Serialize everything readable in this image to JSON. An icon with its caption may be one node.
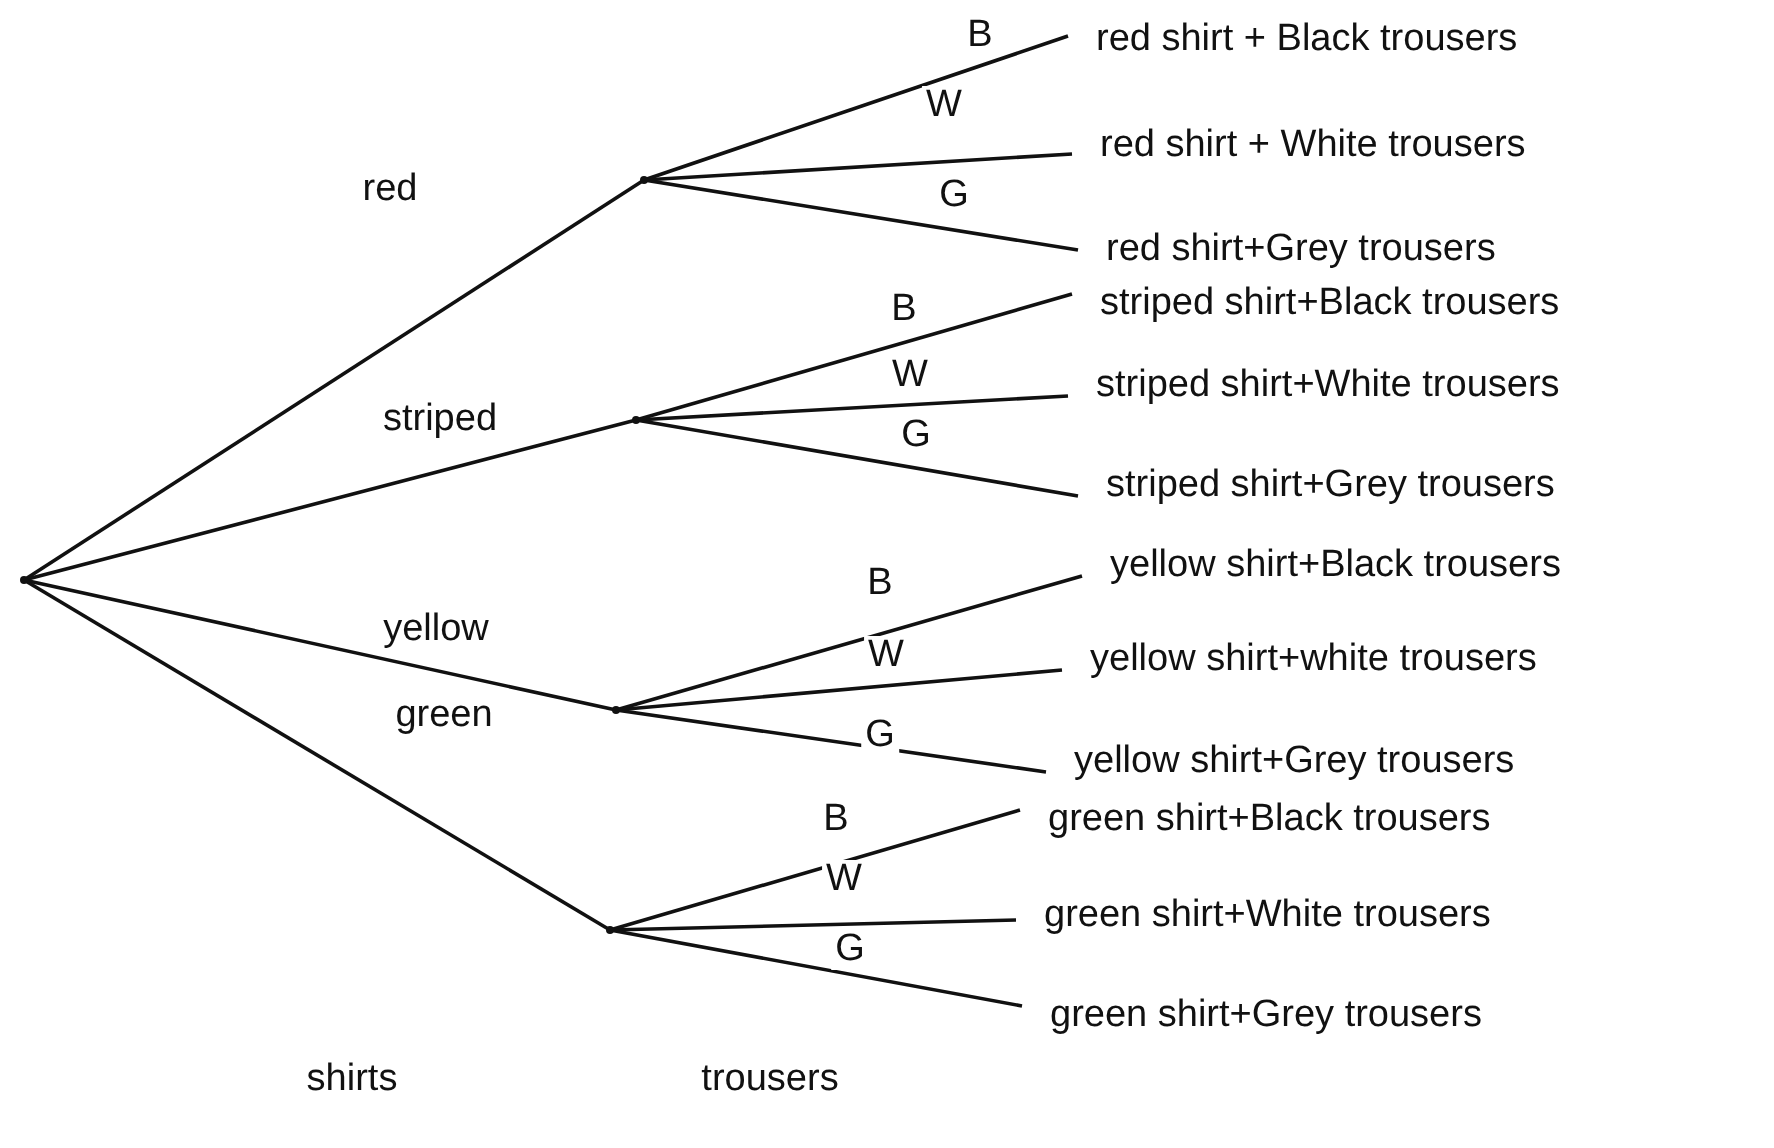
{
  "diagram": {
    "nodes": [
      {
        "text": [],
        "shape": "point"
      },
      {
        "text": [],
        "shape": "point"
      },
      {
        "text": [],
        "shape": "point"
      },
      {
        "text": [],
        "shape": "point"
      },
      {
        "text": [],
        "shape": "point"
      },
      {
        "text": [
          "red shirt + Black trousers"
        ]
      },
      {
        "text": [
          "red shirt + White trousers"
        ]
      },
      {
        "text": [
          "red shirt+Grey trousers"
        ]
      },
      {
        "text": [
          "striped shirt+Black trousers"
        ]
      },
      {
        "text": [
          "striped shirt+White trousers"
        ]
      },
      {
        "text": [
          "striped shirt+Grey trousers"
        ]
      },
      {
        "text": [
          "yellow shirt+Black trousers"
        ]
      },
      {
        "text": [
          "yellow shirt+white trousers"
        ]
      },
      {
        "text": [
          "yellow shirt+Grey trousers"
        ]
      },
      {
        "text": [
          "green shirt+Black trousers"
        ]
      },
      {
        "text": [
          "green shirt+White trousers"
        ]
      },
      {
        "text": [
          "green shirt+Grey trousers"
        ]
      }
    ],
    "edges": [
      {
        "from": 0,
        "to": 1,
        "label": "red",
        "arrow": "none"
      },
      {
        "from": 0,
        "to": 2,
        "label": "striped",
        "arrow": "none"
      },
      {
        "from": 0,
        "to": 3,
        "label": "yellow",
        "arrow": "none"
      },
      {
        "from": 0,
        "to": 4,
        "label": "green",
        "arrow": "none"
      },
      {
        "from": 1,
        "to": 5,
        "label": "B",
        "arrow": "none"
      },
      {
        "from": 1,
        "to": 6,
        "label": "W",
        "arrow": "none"
      },
      {
        "from": 1,
        "to": 7,
        "label": "G",
        "arrow": "none"
      },
      {
        "from": 2,
        "to": 8,
        "label": "B",
        "arrow": "none"
      },
      {
        "from": 2,
        "to": 9,
        "label": "W",
        "arrow": "none"
      },
      {
        "from": 2,
        "to": 10,
        "label": "G",
        "arrow": "none"
      },
      {
        "from": 3,
        "to": 11,
        "label": "B",
        "arrow": "none"
      },
      {
        "from": 3,
        "to": 12,
        "label": "W",
        "arrow": "none"
      },
      {
        "from": 3,
        "to": 13,
        "label": "G",
        "arrow": "none"
      },
      {
        "from": 4,
        "to": 14,
        "label": "B",
        "arrow": "none"
      },
      {
        "from": 4,
        "to": 15,
        "label": "W",
        "arrow": "none"
      },
      {
        "from": 4,
        "to": 16,
        "label": "G",
        "arrow": "none"
      }
    ],
    "labels": [
      "shirts",
      "trousers"
    ]
  }
}
